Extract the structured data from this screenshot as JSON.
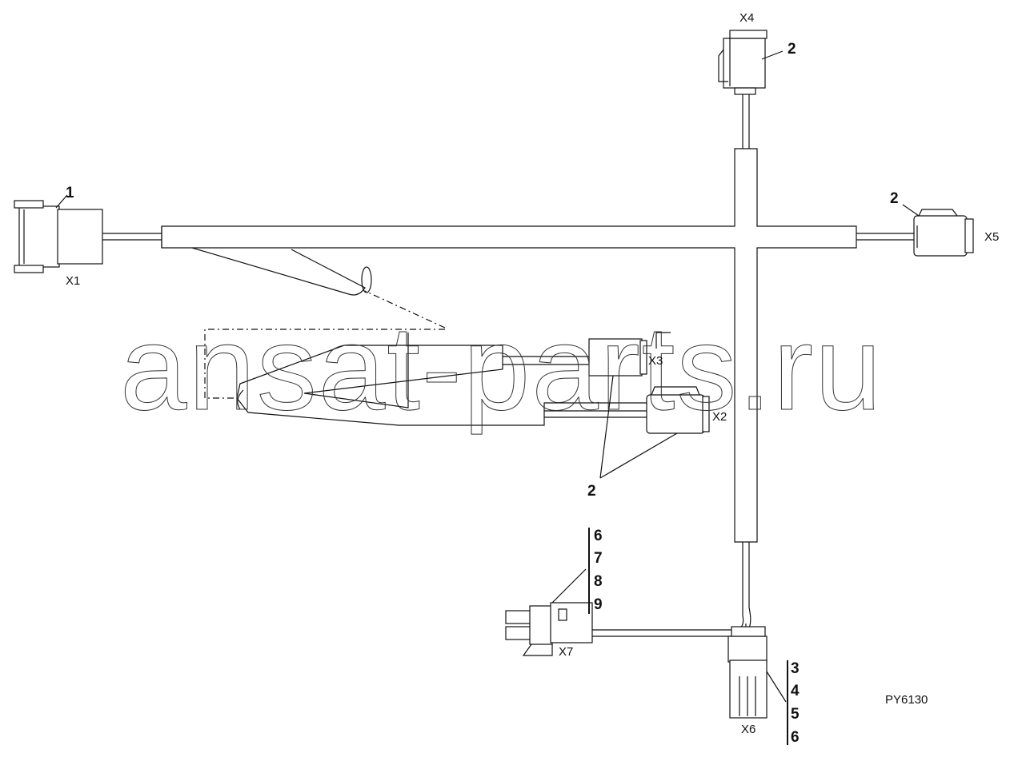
{
  "figure_id": "PY6130",
  "watermark": "ansat-parts.ru",
  "connectors": {
    "x1": "X1",
    "x2": "X2",
    "x3": "X3",
    "x4": "X4",
    "x5": "X5",
    "x6": "X6",
    "x7": "X7"
  },
  "callouts": {
    "c1": "1",
    "c2_x4": "2",
    "c2_x5": "2",
    "c2_x2x3": "2",
    "x7_group": [
      "6",
      "7",
      "8",
      "9"
    ],
    "x6_group": [
      "3",
      "4",
      "5",
      "6"
    ]
  }
}
